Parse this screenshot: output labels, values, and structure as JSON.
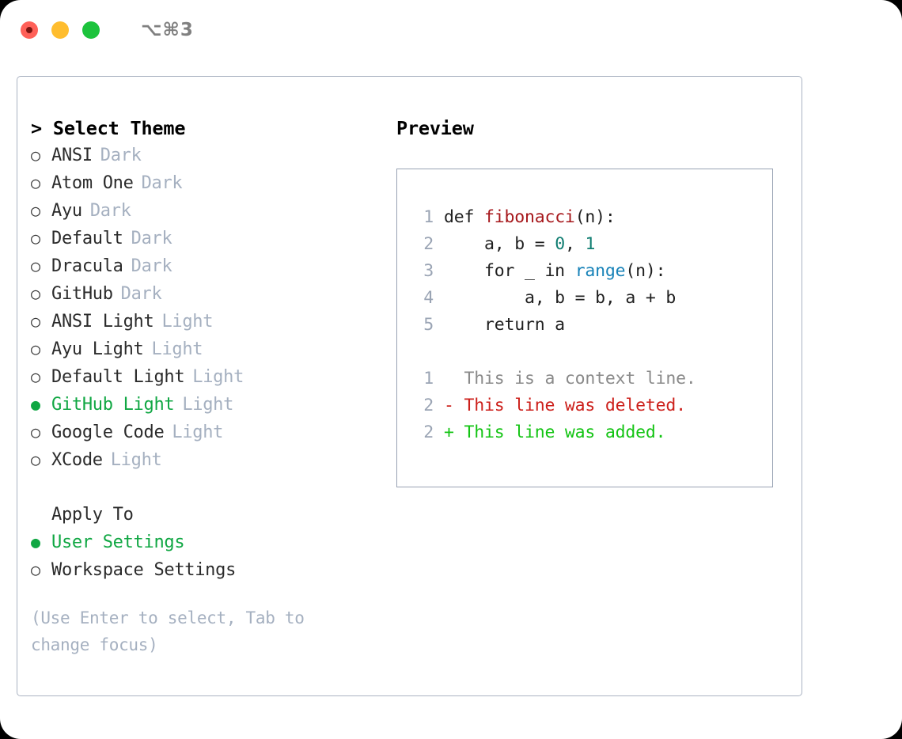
{
  "titlebar": {
    "shortcut": "⌥⌘3",
    "lights": [
      "close-button",
      "minimize-button",
      "maximize-button"
    ]
  },
  "theme_list": {
    "title": "> Select Theme",
    "items": [
      {
        "marker": "○",
        "label": "ANSI",
        "tag": "Dark",
        "selected": false
      },
      {
        "marker": "○",
        "label": "Atom One",
        "tag": "Dark",
        "selected": false
      },
      {
        "marker": "○",
        "label": "Ayu",
        "tag": "Dark",
        "selected": false
      },
      {
        "marker": "○",
        "label": "Default",
        "tag": "Dark",
        "selected": false
      },
      {
        "marker": "○",
        "label": "Dracula",
        "tag": "Dark",
        "selected": false
      },
      {
        "marker": "○",
        "label": "GitHub",
        "tag": "Dark",
        "selected": false
      },
      {
        "marker": "○",
        "label": "ANSI Light",
        "tag": "Light",
        "selected": false
      },
      {
        "marker": "○",
        "label": "Ayu Light",
        "tag": "Light",
        "selected": false
      },
      {
        "marker": "○",
        "label": "Default Light",
        "tag": "Light",
        "selected": false
      },
      {
        "marker": "●",
        "label": "GitHub Light",
        "tag": "Light",
        "selected": true
      },
      {
        "marker": "○",
        "label": "Google Code",
        "tag": "Light",
        "selected": false
      },
      {
        "marker": "○",
        "label": "XCode",
        "tag": "Light",
        "selected": false
      }
    ]
  },
  "apply_to": {
    "title": "Apply To",
    "items": [
      {
        "marker": "●",
        "label": "User Settings",
        "selected": true
      },
      {
        "marker": "○",
        "label": "Workspace Settings",
        "selected": false
      }
    ]
  },
  "hint": "(Use Enter to select, Tab to change focus)",
  "preview": {
    "title": "Preview",
    "code_lines": [
      {
        "num": "1",
        "tokens": [
          {
            "t": "def ",
            "c": "plain"
          },
          {
            "t": "fibonacci",
            "c": "fn"
          },
          {
            "t": "(n):",
            "c": "plain"
          }
        ]
      },
      {
        "num": "2",
        "tokens": [
          {
            "t": "    a, b = ",
            "c": "plain"
          },
          {
            "t": "0",
            "c": "num"
          },
          {
            "t": ", ",
            "c": "plain"
          },
          {
            "t": "1",
            "c": "num"
          }
        ]
      },
      {
        "num": "3",
        "tokens": [
          {
            "t": "    for _ in ",
            "c": "plain"
          },
          {
            "t": "range",
            "c": "bi"
          },
          {
            "t": "(n):",
            "c": "plain"
          }
        ]
      },
      {
        "num": "4",
        "tokens": [
          {
            "t": "        a, b = b, a + b",
            "c": "plain"
          }
        ]
      },
      {
        "num": "5",
        "tokens": [
          {
            "t": "    return a",
            "c": "plain"
          }
        ]
      }
    ],
    "diff_lines": [
      {
        "num": "1",
        "text": "  This is a context line.",
        "kind": "ctx"
      },
      {
        "num": "2",
        "text": "- This line was deleted.",
        "kind": "del"
      },
      {
        "num": "2",
        "text": "+ This line was added.",
        "kind": "add"
      }
    ]
  },
  "colors": {
    "selected_green": "#10a743",
    "tag_grey": "#a5b0c0",
    "diff_add": "#13c413",
    "diff_del": "#cc1f1a",
    "diff_ctx": "#8a8a8a",
    "fn_red": "#a6171b",
    "num_teal": "#117e72",
    "builtin_blue": "#1782b8",
    "border": "#98a2b3"
  }
}
